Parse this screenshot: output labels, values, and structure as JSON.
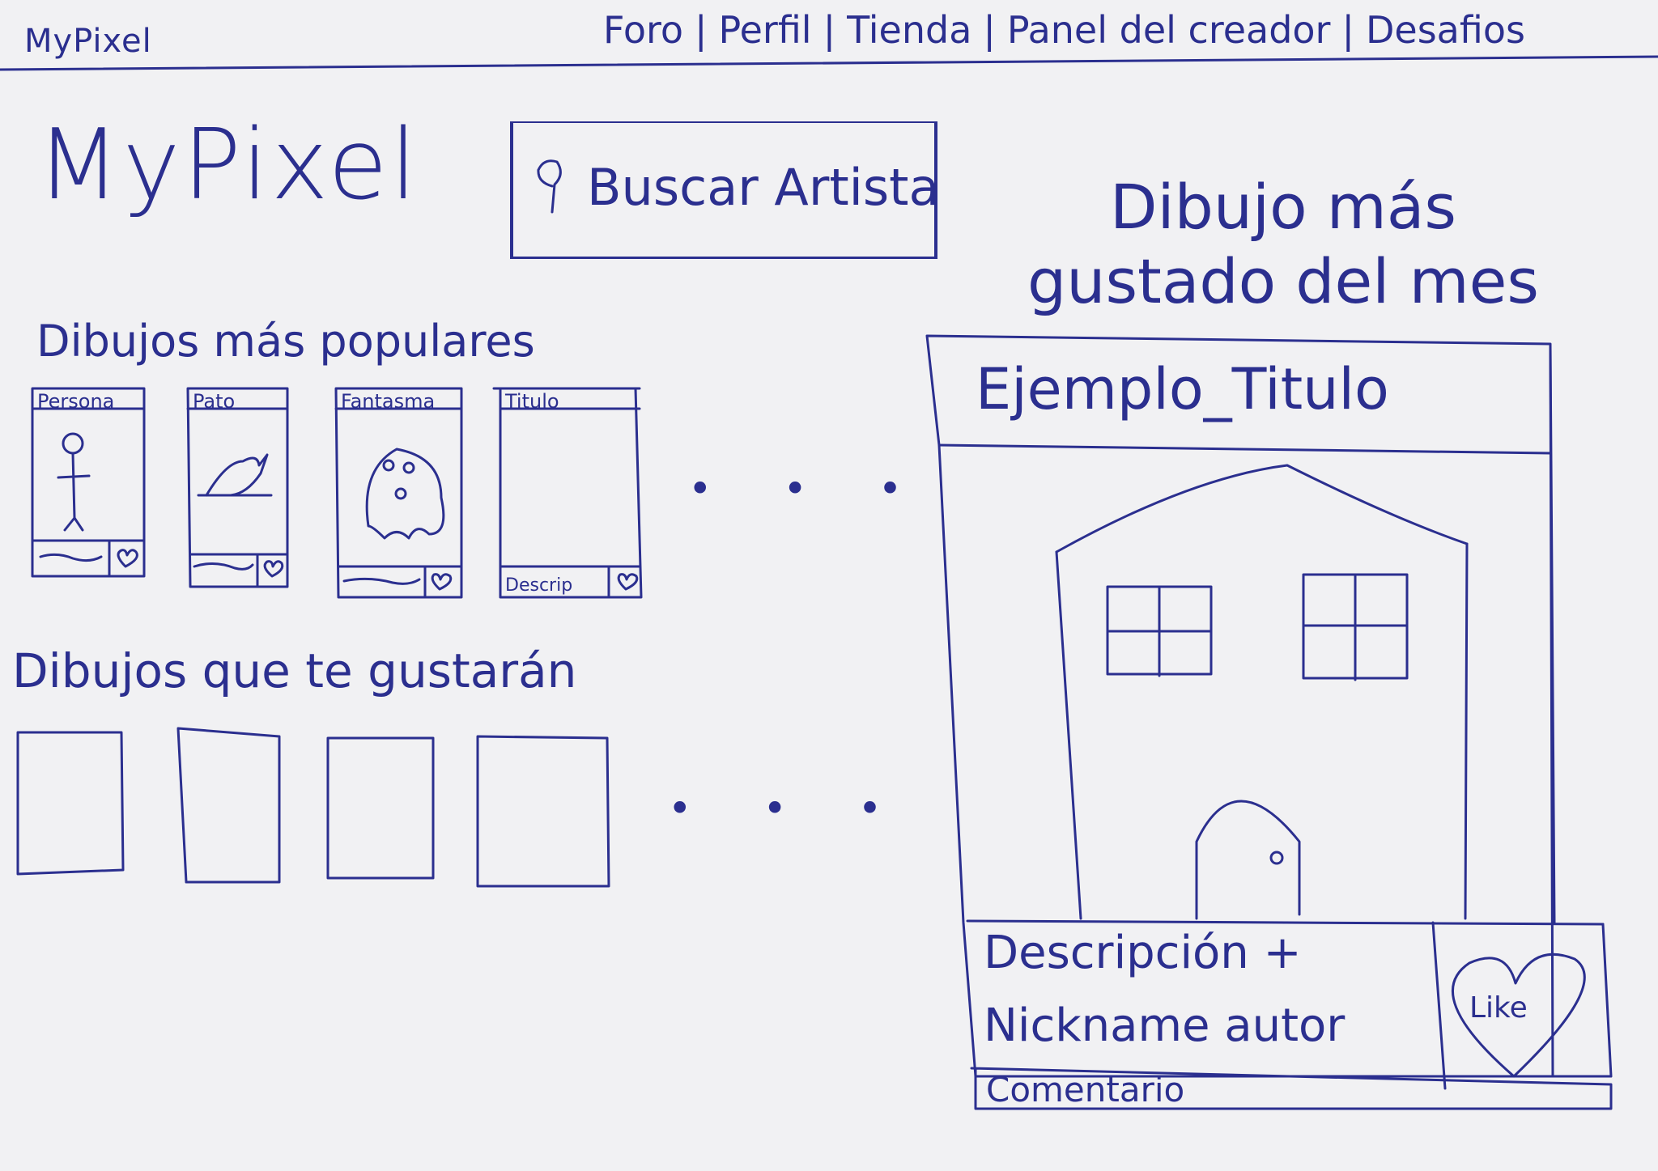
{
  "app": {
    "name_small": "MyPixel",
    "logo": "MyPixel"
  },
  "nav": {
    "items": [
      "Foro",
      "Perfil",
      "Tienda",
      "Panel del creador",
      "Desafios"
    ]
  },
  "search": {
    "label": "Buscar Artista",
    "icon": "search-icon"
  },
  "featured": {
    "heading": "Dibujo más gustado del mes",
    "title": "Ejemplo_Titulo",
    "description": "Descripción +",
    "author": "Nickname autor",
    "comment": "Comentario",
    "like_label": "Like"
  },
  "popular": {
    "heading": "Dibujos más populares",
    "cards": [
      {
        "title": "Persona",
        "desc": "~~~"
      },
      {
        "title": "Pato",
        "desc": "~~~"
      },
      {
        "title": "Fantasma",
        "desc": "~~~"
      },
      {
        "title": "Titulo",
        "desc": "Descrip"
      }
    ],
    "more": "• • •"
  },
  "recommended": {
    "heading": "Dibujos que te gustarán",
    "more": "• • •"
  },
  "colors": {
    "ink": "#2b2f8f",
    "paper": "#f1f1f3"
  }
}
